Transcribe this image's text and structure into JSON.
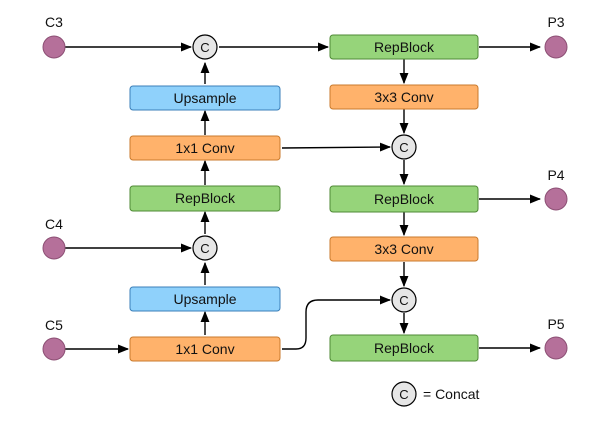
{
  "inputs": {
    "c3": "C3",
    "c4": "C4",
    "c5": "C5"
  },
  "outputs": {
    "p3": "P3",
    "p4": "P4",
    "p5": "P5"
  },
  "blocks": {
    "repblock": "RepBlock",
    "upsample": "Upsample",
    "conv1x1": "1x1 Conv",
    "conv3x3": "3x3 Conv"
  },
  "concat_symbol": "C",
  "legend": {
    "symbol": "C",
    "text": "= Concat"
  },
  "colors": {
    "repblock_fill": "#96d47a",
    "repblock_stroke": "#4f8a35",
    "upsample_fill": "#8fd1fb",
    "upsample_stroke": "#3b7fb8",
    "conv_fill": "#ffb26b",
    "conv_stroke": "#c97a2c",
    "node_fill": "#b5709a",
    "node_stroke": "#8c4f74",
    "concat_fill": "#e6e6e6"
  }
}
